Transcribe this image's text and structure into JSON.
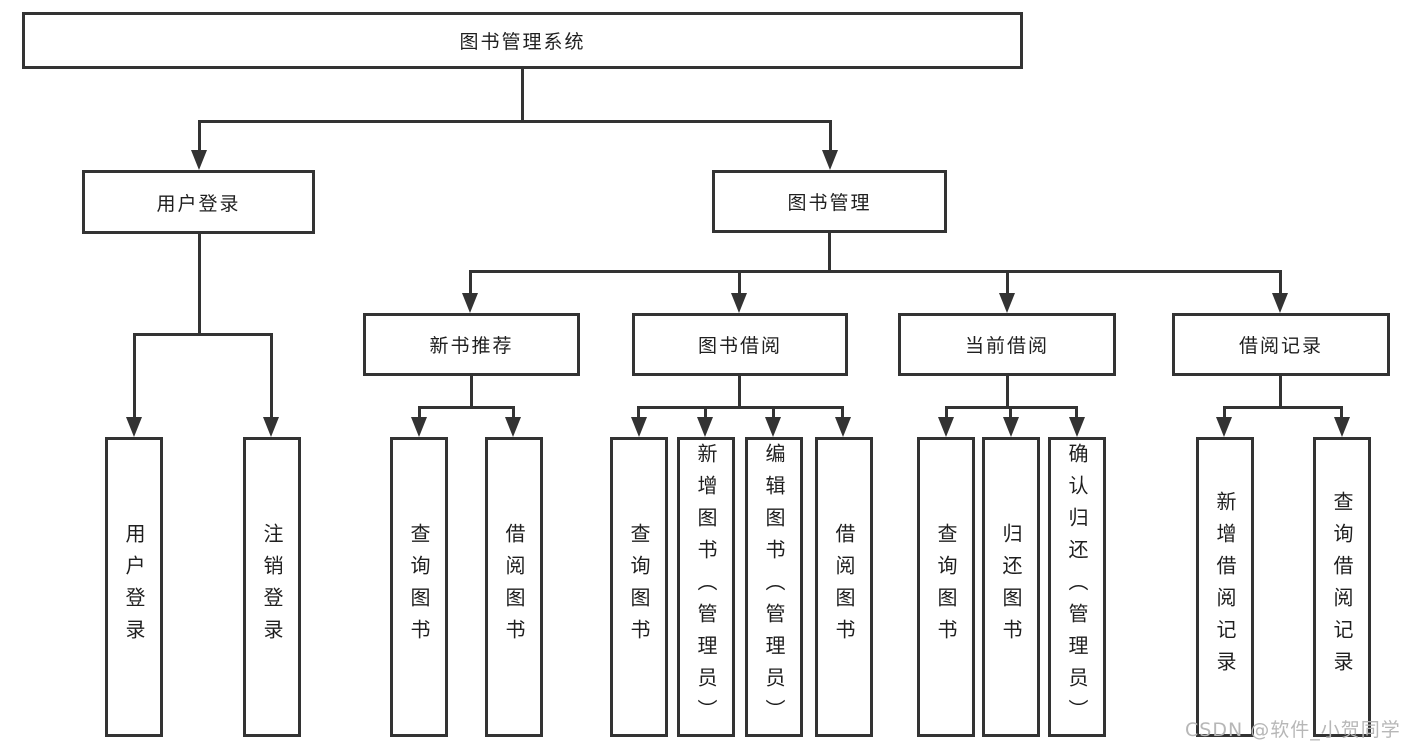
{
  "tree": {
    "root": {
      "label": "图书管理系统",
      "children": [
        {
          "label": "用户登录",
          "children": [
            {
              "label": "用户登录"
            },
            {
              "label": "注销登录"
            }
          ]
        },
        {
          "label": "图书管理",
          "children": [
            {
              "label": "新书推荐",
              "children": [
                {
                  "label": "查询图书"
                },
                {
                  "label": "借阅图书"
                }
              ]
            },
            {
              "label": "图书借阅",
              "children": [
                {
                  "label": "查询图书"
                },
                {
                  "label": "新增图书（管理员）"
                },
                {
                  "label": "编辑图书（管理员）"
                },
                {
                  "label": "借阅图书"
                }
              ]
            },
            {
              "label": "当前借阅",
              "children": [
                {
                  "label": "查询图书"
                },
                {
                  "label": "归还图书"
                },
                {
                  "label": "确认归还（管理员）"
                }
              ]
            },
            {
              "label": "借阅记录",
              "children": [
                {
                  "label": "新增借阅记录"
                },
                {
                  "label": "查询借阅记录"
                }
              ]
            }
          ]
        }
      ]
    }
  },
  "watermark": {
    "text": "CSDN @软件_小贺同学"
  },
  "colors": {
    "line": "#333333",
    "text": "#1f1f1f",
    "background": "#ffffff",
    "watermark": "#b7b7b7"
  }
}
